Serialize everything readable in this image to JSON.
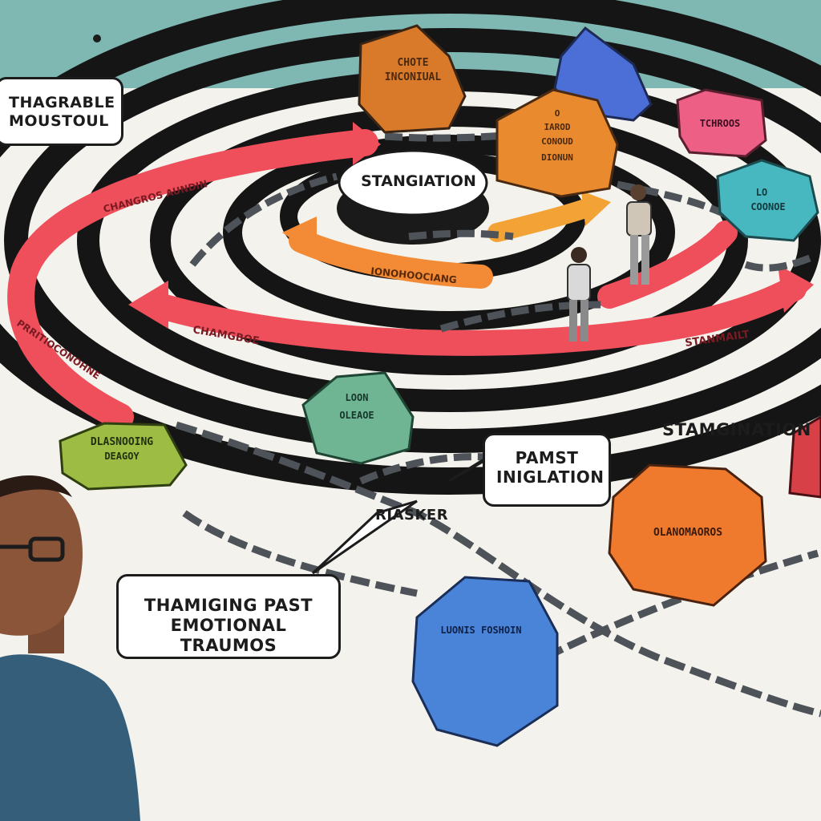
{
  "labels": {
    "top_left_line1": "THAGRABLE",
    "top_left_line2": "MOUSTOUL",
    "center_disc": "STANGIATION",
    "right_label": "STAMGINATION",
    "past_line1": "PAMST",
    "past_line2": "INIGLATION",
    "pointer": "RIASKER",
    "bottom_line1": "THAMIGING PAST",
    "bottom_line2": "EMOTIONAL TRAUMOS"
  },
  "arrows": {
    "outer_left": "CHANGROS AUNDIN",
    "outer_left_lower": "PRRITIOCONOHNE",
    "middle": "CHAMGBOE",
    "middle_right": "STANMAILT",
    "inner": "IONOHOOCIANG"
  },
  "rocks": {
    "top_orange_line1": "CHOTE",
    "top_orange_line2": "INCONIUAL",
    "center_orange_line1": "O",
    "center_orange_line2": "IAROD",
    "center_orange_line3": "CONOUD",
    "center_orange_line4": "DIONUN",
    "pink": "TCHROOS",
    "teal_line1": "LO",
    "teal_line2": "COONOE",
    "green_left_line1": "DLASNOOING",
    "green_left_line2": "DEAGOY",
    "green_mid_line1": "LOON",
    "green_mid_line2": "OLEAOE",
    "orange_large": "OLANOMAOROS",
    "blue_bottom": "LUONIS FOSHOIN"
  },
  "colors": {
    "sky": "#7fb7b3",
    "red_arrow": "#ee4f5b",
    "orange_arrow": "#f38a35",
    "rock_orange": "#e98a2e",
    "rock_blue": "#4b6fd6",
    "rock_pink": "#ee5f86",
    "rock_teal": "#47b7c0",
    "rock_green": "#9cbc44",
    "rock_mint": "#6fb593",
    "chain": "#4d5358",
    "ink": "#1c1c1c"
  }
}
